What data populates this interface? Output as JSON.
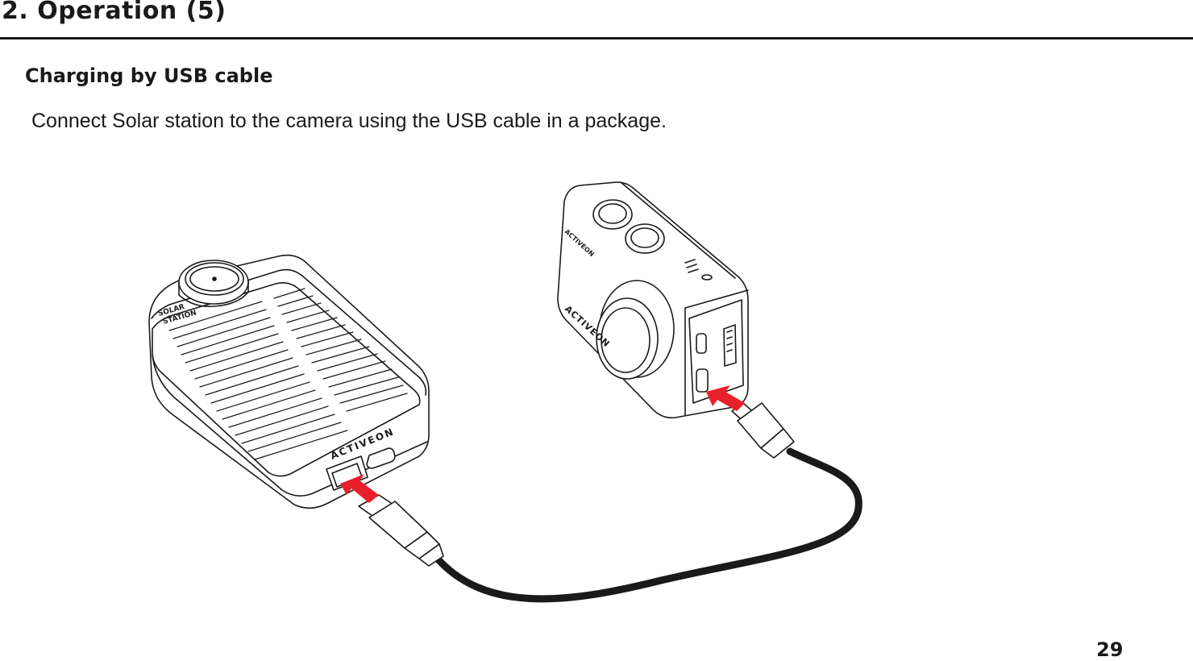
{
  "header": {
    "title": "2. Operation (5)"
  },
  "section": {
    "subtitle": "Charging by USB cable",
    "instruction": "Connect Solar station to the camera using the USB cable in a package."
  },
  "illustration": {
    "solar_station_logo": "SOLAR STATION",
    "solar_brand": "ACTIVEON",
    "camera_brand": "ACTIVEON",
    "arrow_color": "#e8202a"
  },
  "footer": {
    "page_number": "29"
  }
}
